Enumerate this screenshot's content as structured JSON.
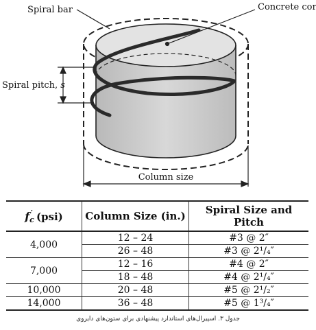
{
  "figure": {
    "label_spiral_bar": "Spiral bar",
    "label_concrete_core": "Concrete core",
    "label_spiral_pitch": "Spiral pitch, ",
    "label_pitch_symbol": "s",
    "label_column_size": "Column size"
  },
  "table": {
    "header_fc_symbol": "f",
    "header_fc_sub": "c",
    "header_fc_prime": "′",
    "header_fc_unit": "(psi)",
    "header_column_size": "Column Size (in.)",
    "header_spiral": "Spiral Size and Pitch",
    "groups": [
      {
        "fc": "4,000"
      },
      {
        "fc": "7,000"
      },
      {
        "fc": "10,000"
      },
      {
        "fc": "14,000"
      }
    ],
    "rows": [
      {
        "size": "12 – 24",
        "spiral": "#3 @ 2″"
      },
      {
        "size": "26 – 48",
        "spiral": "#3 @ 2¹/₄″"
      },
      {
        "size": "12 – 16",
        "spiral": "#4 @ 2″"
      },
      {
        "size": "18 – 48",
        "spiral": "#4 @ 2¹/₄″"
      },
      {
        "size": "20 – 48",
        "spiral": "#5 @ 2¹/₂″"
      },
      {
        "size": "36 – 48",
        "spiral": "#5 @ 1³/₄″"
      }
    ]
  },
  "caption": "جدول ۳. اسپیرال‌های استاندارد پیشنهادی برای ستون‌های دایروی"
}
